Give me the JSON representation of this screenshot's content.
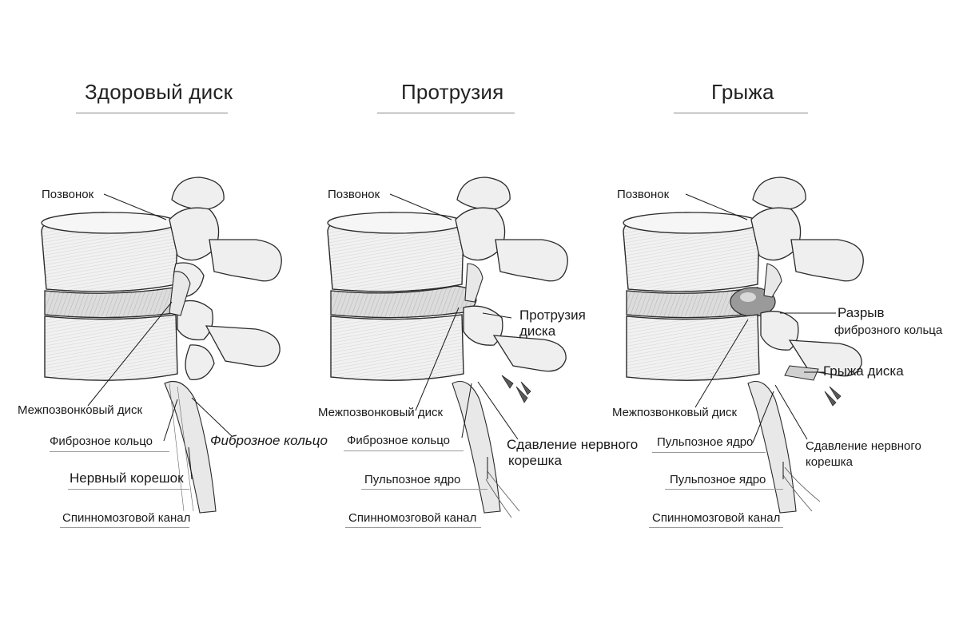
{
  "panels": [
    {
      "title": "Здоровый диск",
      "labels": {
        "vertebra": "Позвонок",
        "disc": "Межпозвонковый диск",
        "annulus": "Фиброзное кольцо",
        "annulus_italic": "Фиброзное кольцо",
        "nerve_root": "Нервный корешок",
        "spinal_canal": "Спинномозговой канал"
      }
    },
    {
      "title": "Протрузия",
      "labels": {
        "vertebra": "Позвонок",
        "protrusion_line1": "Протрузия",
        "protrusion_line2": "диска",
        "disc": "Межпозвонковый диск",
        "annulus": "Фиброзное кольцо",
        "compression_line1": "Сдавление нервного",
        "compression_line2": "корешка",
        "nucleus": "Пульпозное ядро",
        "spinal_canal": "Спинномозговой канал"
      }
    },
    {
      "title": "Грыжа",
      "labels": {
        "vertebra": "Позвонок",
        "rupture_line1": "Разрыв",
        "rupture_line2": "фиброзного кольца",
        "hernia": "Грыжа диска",
        "disc": "Межпозвонковый диск",
        "nucleus_upper": "Пульпозное ядро",
        "compression_line1": "Сдавление нервного",
        "compression_line2": "корешка",
        "nucleus_lower": "Пульпозное ядро",
        "spinal_canal": "Спинномозговой канал"
      }
    }
  ],
  "colors": {
    "bone": "#f1f1f1",
    "bone_shade": "#cfcfcf",
    "disc": "#dedede",
    "ink": "#2a2a2a",
    "nerve": "#e6e6e6"
  }
}
